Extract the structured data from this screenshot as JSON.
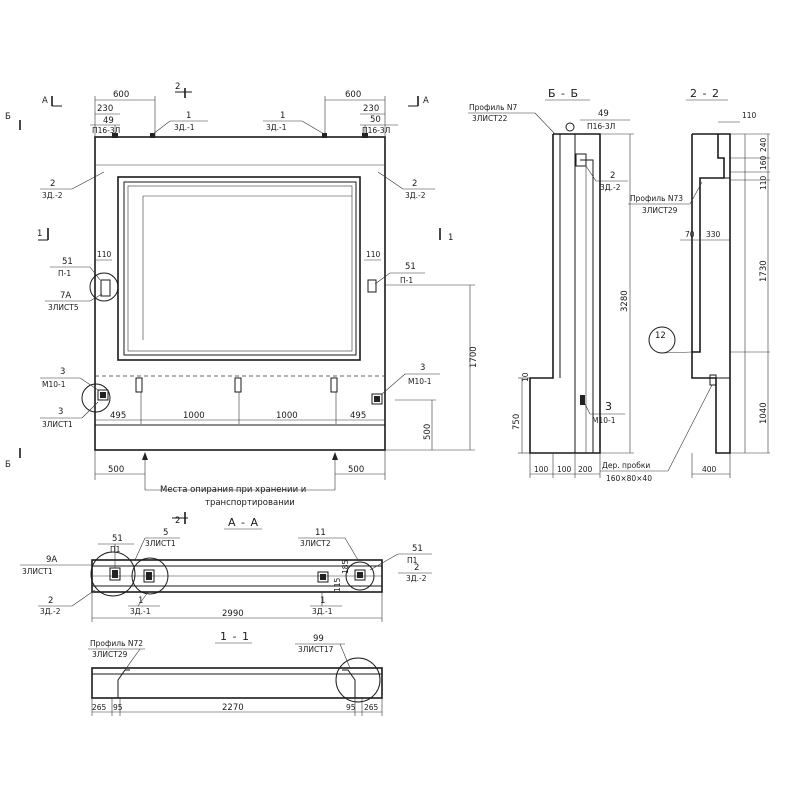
{
  "front_view": {
    "section_a_left": "А",
    "section_a_right": "А",
    "section_b_top": "Б",
    "section_b_bottom": "Б",
    "section_2_top": "2",
    "section_2_bottom": "2",
    "section_1_left": "1",
    "section_1_right": "1",
    "dim_600_left": "600",
    "dim_600_right": "600",
    "dim_230_left": "230",
    "dim_230_right": "230",
    "dim_110_left": "110",
    "dim_110_right": "110",
    "dim_1700": "1700",
    "dim_500_vert": "500",
    "dims_bottom_row": [
      "495",
      "1000",
      "1000",
      "495"
    ],
    "dim_500_left": "500",
    "dim_500_right": "500",
    "callout_49_num": "49",
    "callout_49_ref": "П16-3Л",
    "callout_1_left_num": "1",
    "callout_1_left_ref": "3Д.-1",
    "callout_1_right_num": "1",
    "callout_1_right_ref": "3Д.-1",
    "callout_50_num": "50",
    "callout_50_ref": "П16-3Л",
    "callout_2_left_num": "2",
    "callout_2_left_ref": "3Д.-2",
    "callout_2_right_num": "2",
    "callout_2_right_ref": "3Д.-2",
    "callout_51_left_num": "51",
    "callout_51_left_ref": "П-1",
    "callout_7a_num": "7А",
    "callout_7a_ref": "3ЛИСТ5",
    "callout_51_right_num": "51",
    "callout_51_right_ref": "П-1",
    "callout_3_left_num": "3",
    "callout_3_left_ref": "М10-1",
    "callout_3_sheet_num": "3",
    "callout_3_sheet_ref": "3ЛИСТ1",
    "callout_3_right_num": "3",
    "callout_3_right_ref": "М10-1",
    "support_note_line1": "Места опирания при хранении и",
    "support_note_line2": "транспортировании"
  },
  "section_bb": {
    "title": "Б - Б",
    "profile_num": "Профиль N7",
    "profile_ref": "3ЛИСТ22",
    "callout_49_num": "49",
    "callout_49_ref": "П16-3Л",
    "callout_2_num": "2",
    "callout_2_ref": "3Д.-2",
    "dim_3280": "3280",
    "dim_10": "10",
    "dim_750": "750",
    "callout_3_num": "3",
    "callout_3_ref": "М10-1",
    "dims_bottom": [
      "100",
      "100",
      "200"
    ]
  },
  "section_22": {
    "title": "2 - 2",
    "dim_110": "110",
    "dim_240": "240",
    "dim_160": "160",
    "dim_110b": "110",
    "profile_num": "Профиль N73",
    "profile_ref": "3ЛИСТ29",
    "dim_70": "70",
    "dim_330": "330",
    "dim_1730": "1730",
    "callout_12": "12",
    "dim_1040": "1040",
    "plug_label_line1": "Дер. пробки",
    "plug_label_line2": "160×80×40",
    "dim_400": "400"
  },
  "section_aa": {
    "title": "А - А",
    "callout_51_left_num": "51",
    "callout_51_left_ref": "П1",
    "callout_5_num": "5",
    "callout_5_ref": "3ЛИСТ1",
    "callout_9a_num": "9А",
    "callout_9a_ref": "3ЛИСТ1",
    "callout_11_num": "11",
    "callout_11_ref": "3ЛИСТ2",
    "callout_51_right_num": "51",
    "callout_51_right_ref": "П1",
    "callout_2_left_num": "2",
    "callout_2_left_ref": "3Д.-2",
    "callout_1_left_num": "1",
    "callout_1_left_ref": "3Д.-1",
    "callout_1_right_num": "1",
    "callout_1_right_ref": "3Д.-1",
    "callout_2_right_num": "2",
    "callout_2_right_ref": "3Д.-2",
    "dim_185": "185",
    "dim_115": "115",
    "dim_2990": "2990"
  },
  "section_11": {
    "title": "1 - 1",
    "profile_num": "Профиль N72",
    "profile_ref": "3ЛИСТ29",
    "callout_99_num": "99",
    "callout_99_ref": "3ЛИСТ17",
    "dims_bottom": [
      "265",
      "95",
      "2270",
      "95",
      "265"
    ]
  }
}
